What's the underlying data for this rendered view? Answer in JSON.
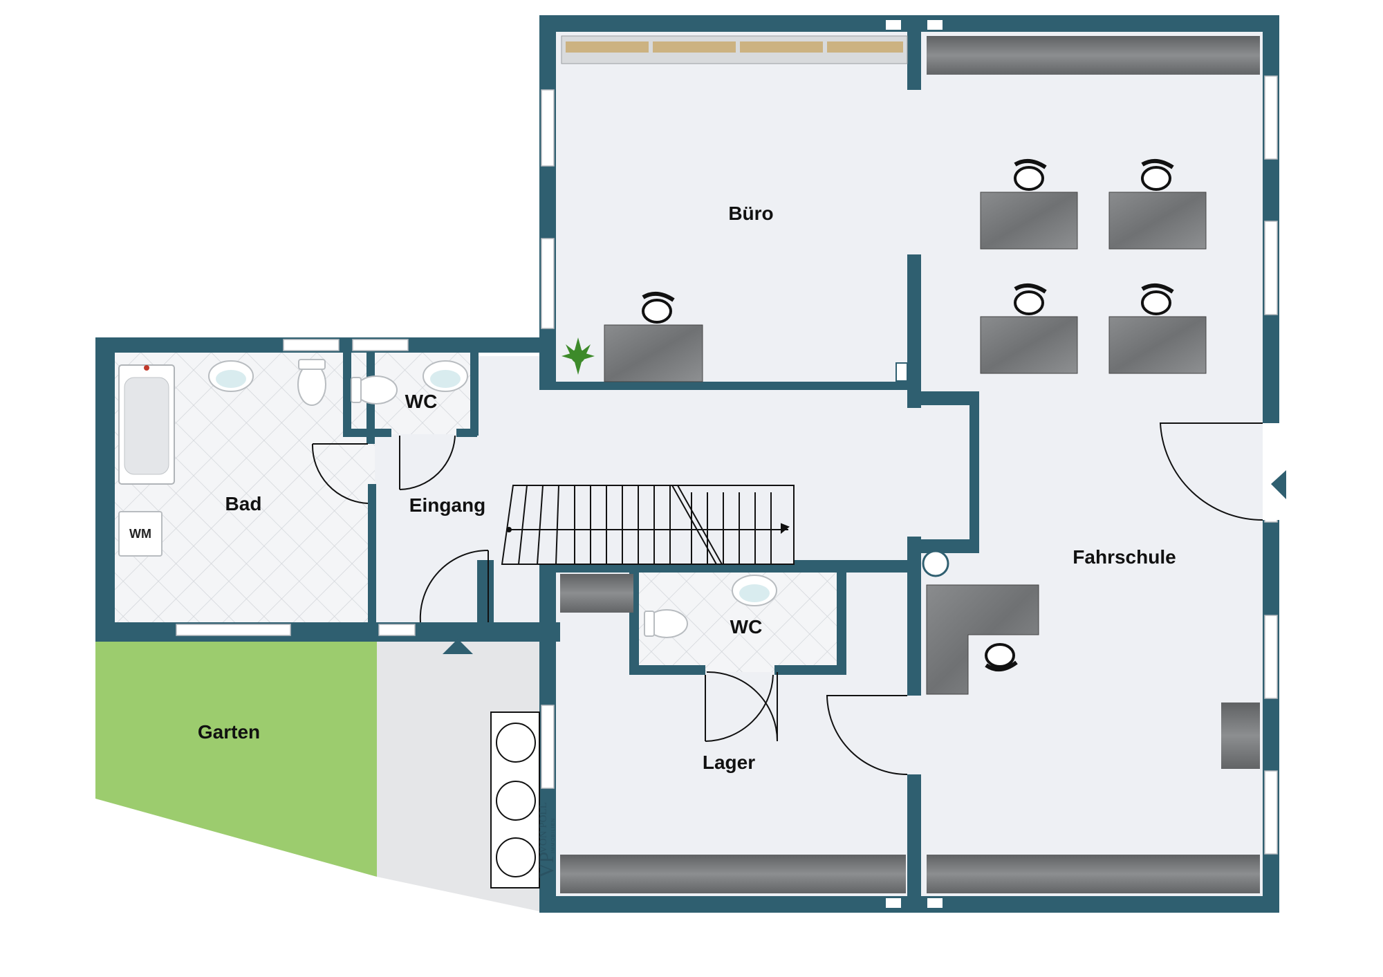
{
  "colors": {
    "wall": "#2f5f70",
    "floor": "#eef0f4",
    "garden": "#9ccc6e",
    "terrace": "#e5e6e8",
    "furniture": "#7a7c7e"
  },
  "rooms": {
    "buero": "Büro",
    "fahrschule": "Fahrschule",
    "bad": "Bad",
    "wc_upper": "WC",
    "wc_lower": "WC",
    "eingang": "Eingang",
    "lager": "Lager",
    "garten": "Garten"
  },
  "fixtures": {
    "washing_machine": "WM"
  },
  "branding": {
    "logo": "VP",
    "name": "VON POLL",
    "sub": "IMMOBILIEN"
  },
  "icons": {
    "entrance_marker_bottom": "entrance-arrow-icon",
    "entrance_marker_right": "entrance-arrow-icon"
  }
}
